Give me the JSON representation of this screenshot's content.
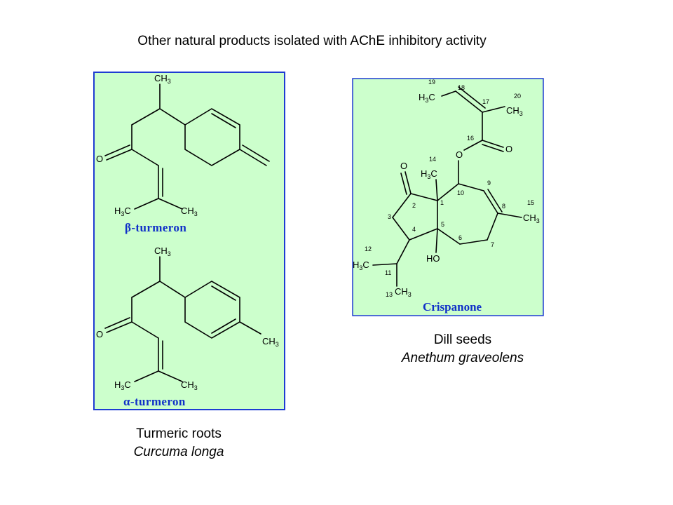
{
  "title": "Other natural products isolated with AChE inhibitory activity",
  "colors": {
    "panel_fill": "#ccffcc",
    "panel_border": "#1e3cd2",
    "compound_name": "#1030c8"
  },
  "left_panel": {
    "compound_1": {
      "prefix": "β",
      "name": "-turmeron"
    },
    "compound_2": {
      "prefix": "α",
      "name": "-turmeron"
    },
    "source_common": "Turmeric roots",
    "source_scientific": "Curcuma longa"
  },
  "right_panel": {
    "compound": {
      "name": "Crispanone"
    },
    "source_common": "Dill seeds",
    "source_scientific": "Anethum graveolens"
  },
  "atom_labels": {
    "ch": "CH",
    "hc": "H",
    "c": "C",
    "three": "3",
    "oxygen": "O",
    "hydroxyl": "HO"
  },
  "locants": [
    "1",
    "2",
    "3",
    "4",
    "5",
    "6",
    "7",
    "8",
    "9",
    "10",
    "11",
    "12",
    "13",
    "14",
    "15",
    "16",
    "17",
    "18",
    "19",
    "20"
  ]
}
